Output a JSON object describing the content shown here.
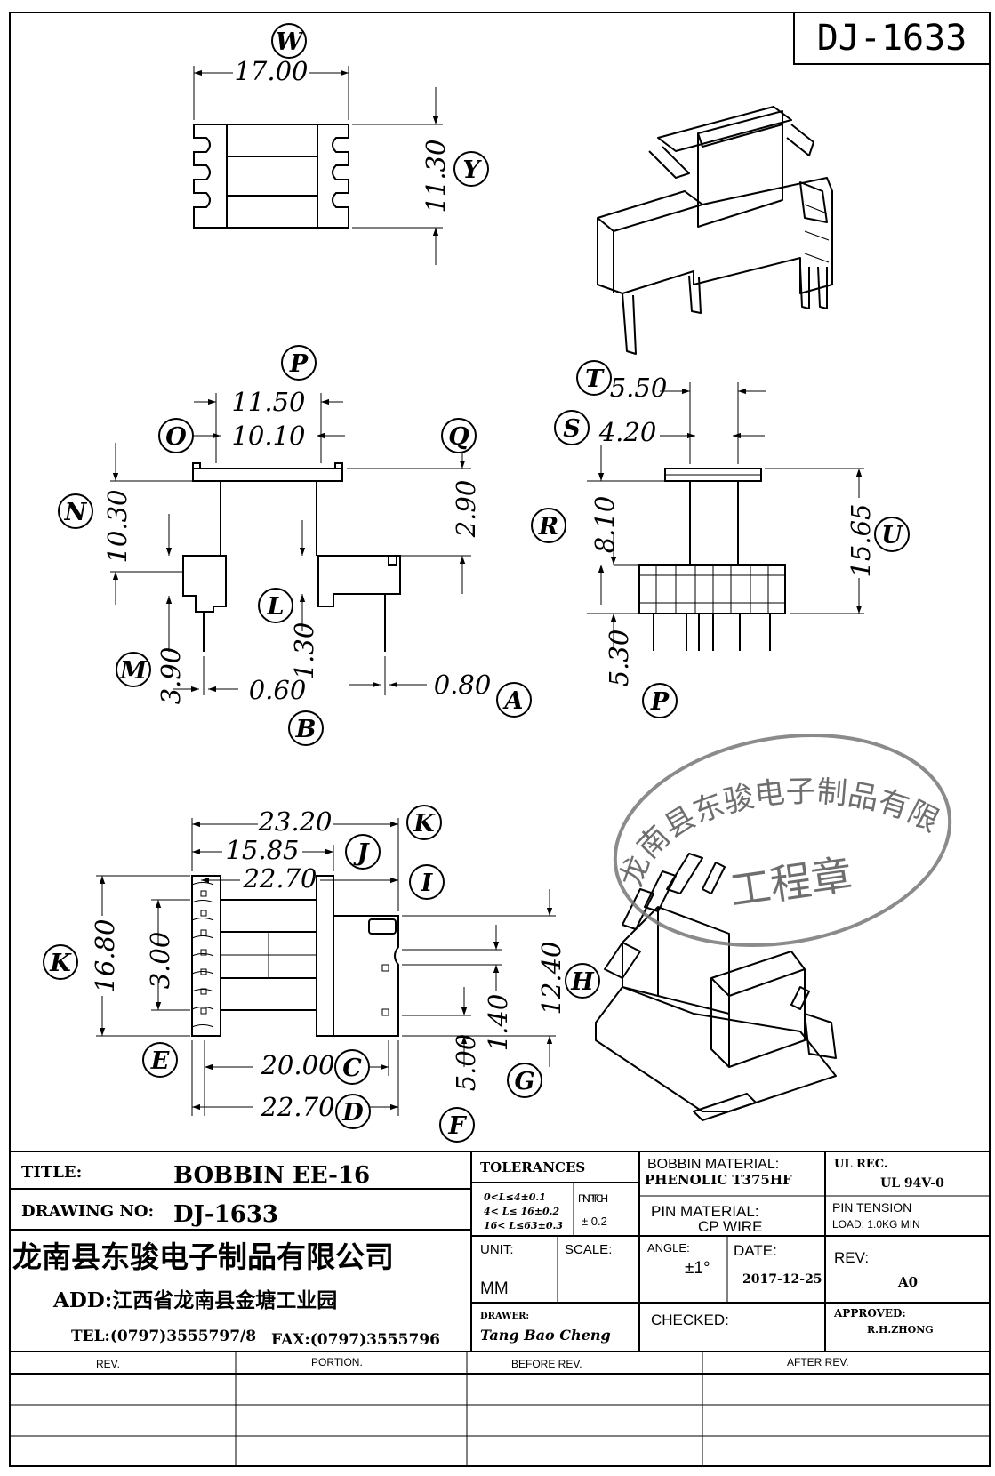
{
  "drawing": {
    "code": "DJ-1633",
    "dimensions": {
      "W": "17.00",
      "Y": "11.30",
      "P_top": "11.50",
      "O": "10.10",
      "Q": "2.90",
      "N": "10.30",
      "M": "3.90",
      "L": "1.30",
      "B": "0.60",
      "A": "0.80",
      "T": "5.50",
      "S": "4.20",
      "R": "8.10",
      "U": "15.65",
      "P_side": "5.30",
      "K_top": "23.20",
      "J": "15.85",
      "I": "22.70",
      "K_left": "16.80",
      "E": "3.00",
      "H": "12.40",
      "G": "1.40",
      "F": "5.00",
      "C": "20.00",
      "D": "22.70"
    },
    "letters": [
      "W",
      "Y",
      "P",
      "O",
      "Q",
      "N",
      "M",
      "L",
      "B",
      "A",
      "T",
      "S",
      "R",
      "U",
      "P",
      "K",
      "J",
      "I",
      "K",
      "E",
      "H",
      "G",
      "F",
      "C",
      "D"
    ],
    "stamp": {
      "ring_text": "龙南县东骏电子制品有限公司",
      "center_text": "工程章"
    }
  },
  "title_block": {
    "title_label": "TITLE:",
    "title_value": "BOBBIN EE-16",
    "drawing_no_label": "DRAWING NO:",
    "drawing_no_value": "DJ-1633",
    "company": "龙南县东骏电子制品有限公司",
    "address": "ADD:江西省龙南县金塘工业园",
    "tel": "TEL:(0797)3555797/8",
    "fax": "FAX:(0797)3555796",
    "tolerances_label": "TOLERANCES",
    "tol_1": "0<L≤4±0.1",
    "tol_2": "4< L≤ 16±0.2",
    "tol_3": "16< L≤63±0.3",
    "pin_pitch_label": "PIN PITCH",
    "pin_pitch_value": "± 0.2",
    "unit_label": "UNIT:",
    "unit_value": "MM",
    "scale_label": "SCALE:",
    "drawer_label": "DRAWER:",
    "drawer_value": "Tang Bao Cheng",
    "bobbin_material_label": "BOBBIN MATERIAL:",
    "bobbin_material_value": "PHENOLIC T375HF",
    "pin_material_label": "PIN MATERIAL:",
    "pin_material_value": "CP WIRE",
    "angle_label": "ANGLE:",
    "angle_value": "±1°",
    "date_label": "DATE:",
    "date_value": "2017-12-25",
    "checked_label": "CHECKED:",
    "ul_label": "UL REC.",
    "ul_value": "UL 94V-0",
    "pin_tension_label": "PIN TENSION",
    "pin_tension_load": "LOAD: 1.0KG MIN",
    "rev_label": "REV:",
    "rev_value": "A0",
    "approved_label": "APPROVED:",
    "approved_value": "R.H.ZHONG"
  },
  "revision_table": {
    "headers": [
      "REV.",
      "PORTION.",
      "BEFORE REV.",
      "AFTER REV."
    ]
  }
}
